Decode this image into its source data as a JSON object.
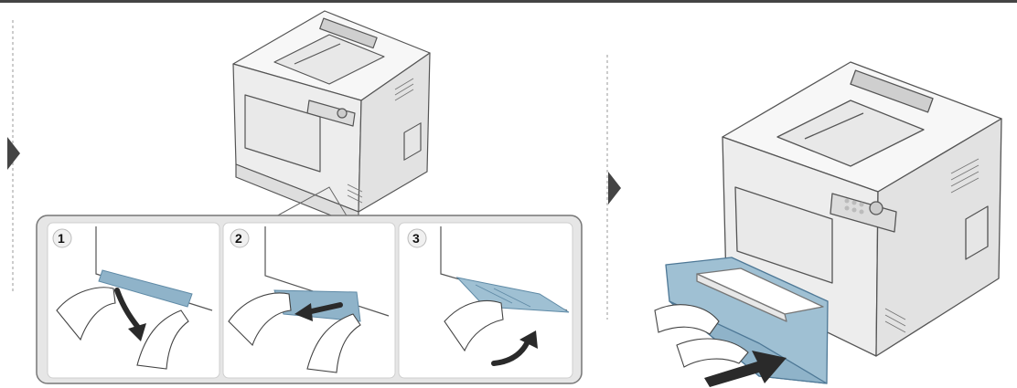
{
  "steps": [
    {
      "number": "1"
    },
    {
      "number": "2"
    },
    {
      "number": "3"
    }
  ],
  "colors": {
    "paper_blue": "#8fb3c9",
    "paper_blue_dark": "#5f8aa6",
    "tray_blue": "#9fc0d3",
    "printer_body": "#f4f4f4",
    "printer_outline": "#555555",
    "panel_border": "#777777",
    "panel_fill": "#e4e4e4",
    "arrow": "#2a2a2a",
    "dash": "#999999",
    "top_rule": "#444444"
  }
}
